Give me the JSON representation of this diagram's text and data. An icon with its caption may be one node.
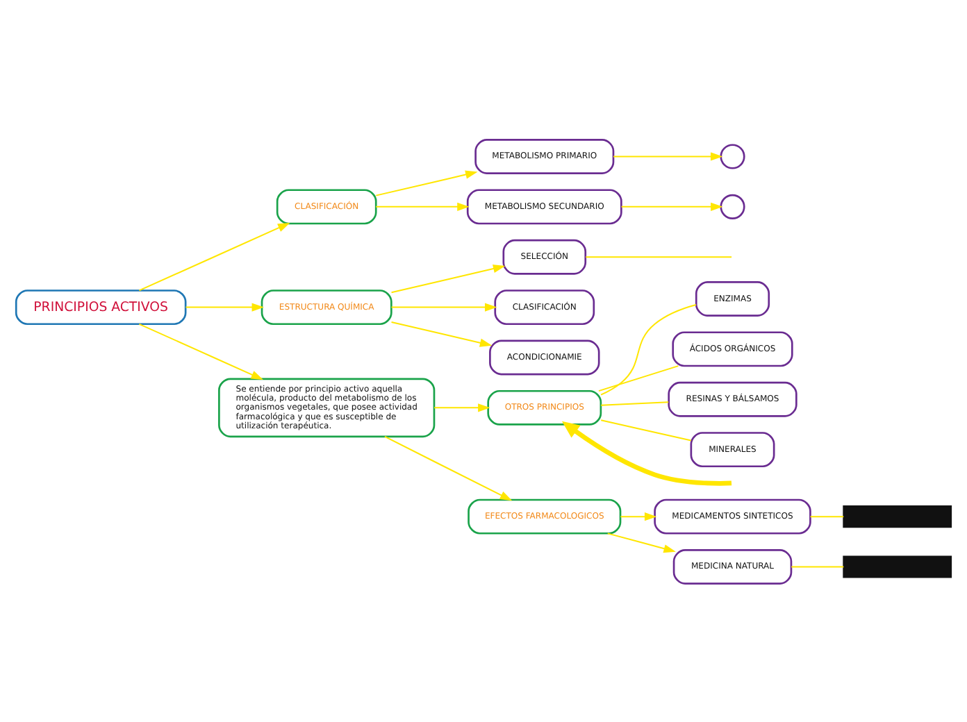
{
  "diagram": {
    "nodes": [
      {
        "text": [
          "PRINCIPIOS ACTIVOS"
        ]
      },
      {
        "text": [
          "CLASIFICACIÓN"
        ]
      },
      {
        "text": [
          "METABOLISMO PRIMARIO"
        ]
      },
      {
        "text": [
          "METABOLISMO SECUNDARIO"
        ]
      },
      {
        "text": [],
        "shape": "circle"
      },
      {
        "text": [],
        "shape": "circle"
      },
      {
        "text": [
          "ESTRUCTURA QUÍMICA"
        ]
      },
      {
        "text": [
          "SELECCIÓN"
        ]
      },
      {
        "text": [
          "CLASIFICACIÓN"
        ]
      },
      {
        "text": [
          "ACONDICIONAMIE"
        ]
      },
      {
        "text": [
          "Se entiende por principio activo aquella molécula, producto del metabolismo de los organismos vegetales, que posee actividad farmacológica y que es susceptible de utilización terapéutica."
        ]
      },
      {
        "text": [
          "OTROS PRINCIPIOS"
        ]
      },
      {
        "text": [
          "ENZIMAS"
        ]
      },
      {
        "text": [
          "ÁCIDOS ORGÁNICOS"
        ]
      },
      {
        "text": [
          "RESINAS Y BÁLSAMOS"
        ]
      },
      {
        "text": [
          "MINERALES"
        ]
      },
      {
        "text": [
          "EFECTOS FARMACOLOGICOS"
        ]
      },
      {
        "text": [
          "MEDICAMENTOS SINTETICOS"
        ]
      },
      {
        "text": [
          "MEDICINA NATURAL"
        ]
      },
      {
        "text": [],
        "shape": "box"
      },
      {
        "text": [],
        "shape": "box"
      }
    ],
    "edges": [
      {
        "from": 0,
        "to": 1,
        "arrow": "to"
      },
      {
        "from": 1,
        "to": 2,
        "arrow": "to"
      },
      {
        "from": 1,
        "to": 3,
        "arrow": "to"
      },
      {
        "from": 2,
        "to": 4,
        "arrow": "to"
      },
      {
        "from": 3,
        "to": 5,
        "arrow": "to"
      },
      {
        "from": 0,
        "to": 6,
        "arrow": "to"
      },
      {
        "from": 6,
        "to": 7,
        "arrow": "to"
      },
      {
        "from": 6,
        "to": 8,
        "arrow": "to"
      },
      {
        "from": 6,
        "to": 9,
        "arrow": "to"
      },
      {
        "from": 7,
        "to": null,
        "arrow": "none"
      },
      {
        "from": 0,
        "to": 10,
        "arrow": "to"
      },
      {
        "from": 10,
        "to": 11,
        "arrow": "to"
      },
      {
        "from": 10,
        "to": 16,
        "arrow": "to"
      },
      {
        "from": 16,
        "to": 17,
        "arrow": "to"
      },
      {
        "from": 16,
        "to": 18,
        "arrow": "to"
      },
      {
        "from": 17,
        "to": 19,
        "arrow": "none"
      },
      {
        "from": 18,
        "to": 20,
        "arrow": "none"
      },
      {
        "from": 11,
        "to": 12,
        "arrow": "none"
      },
      {
        "from": 11,
        "to": 13,
        "arrow": "none"
      },
      {
        "from": 11,
        "to": 14,
        "arrow": "none"
      },
      {
        "from": 11,
        "to": 15,
        "arrow": "none"
      },
      {
        "from": null,
        "to": 11,
        "arrow": "to",
        "style": "thick"
      }
    ]
  }
}
